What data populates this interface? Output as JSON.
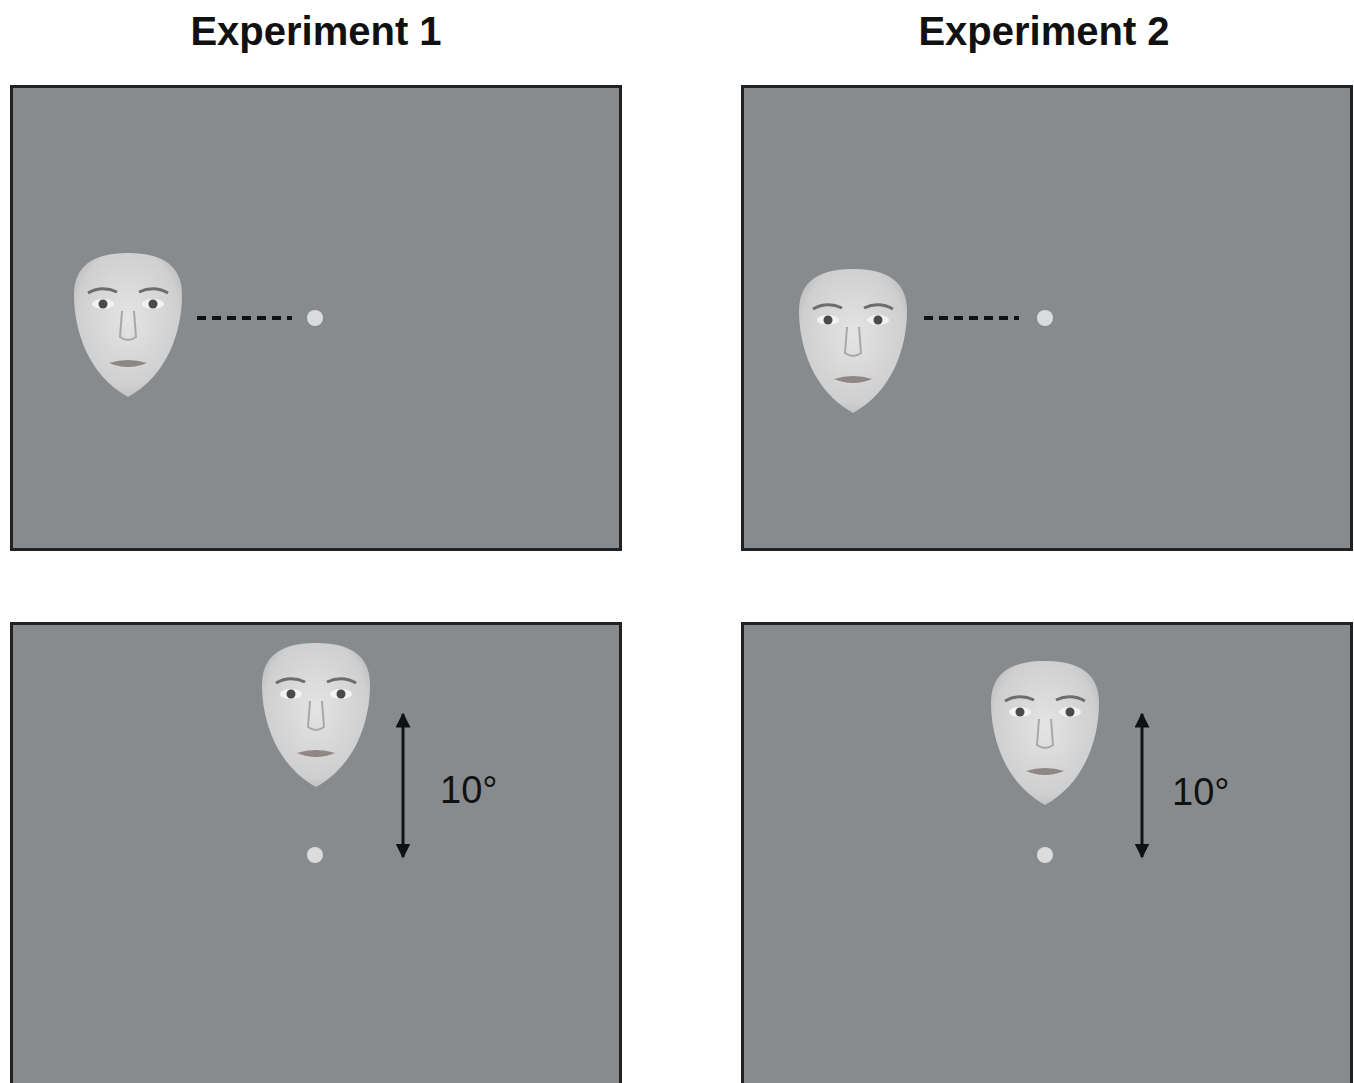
{
  "diagram": {
    "nodes": [
      {
        "text": [
          "Experiment 1"
        ]
      },
      {
        "text": [
          "Experiment 2"
        ]
      },
      {
        "text": [
          "10°"
        ]
      },
      {
        "text": [
          "10°"
        ]
      }
    ]
  }
}
